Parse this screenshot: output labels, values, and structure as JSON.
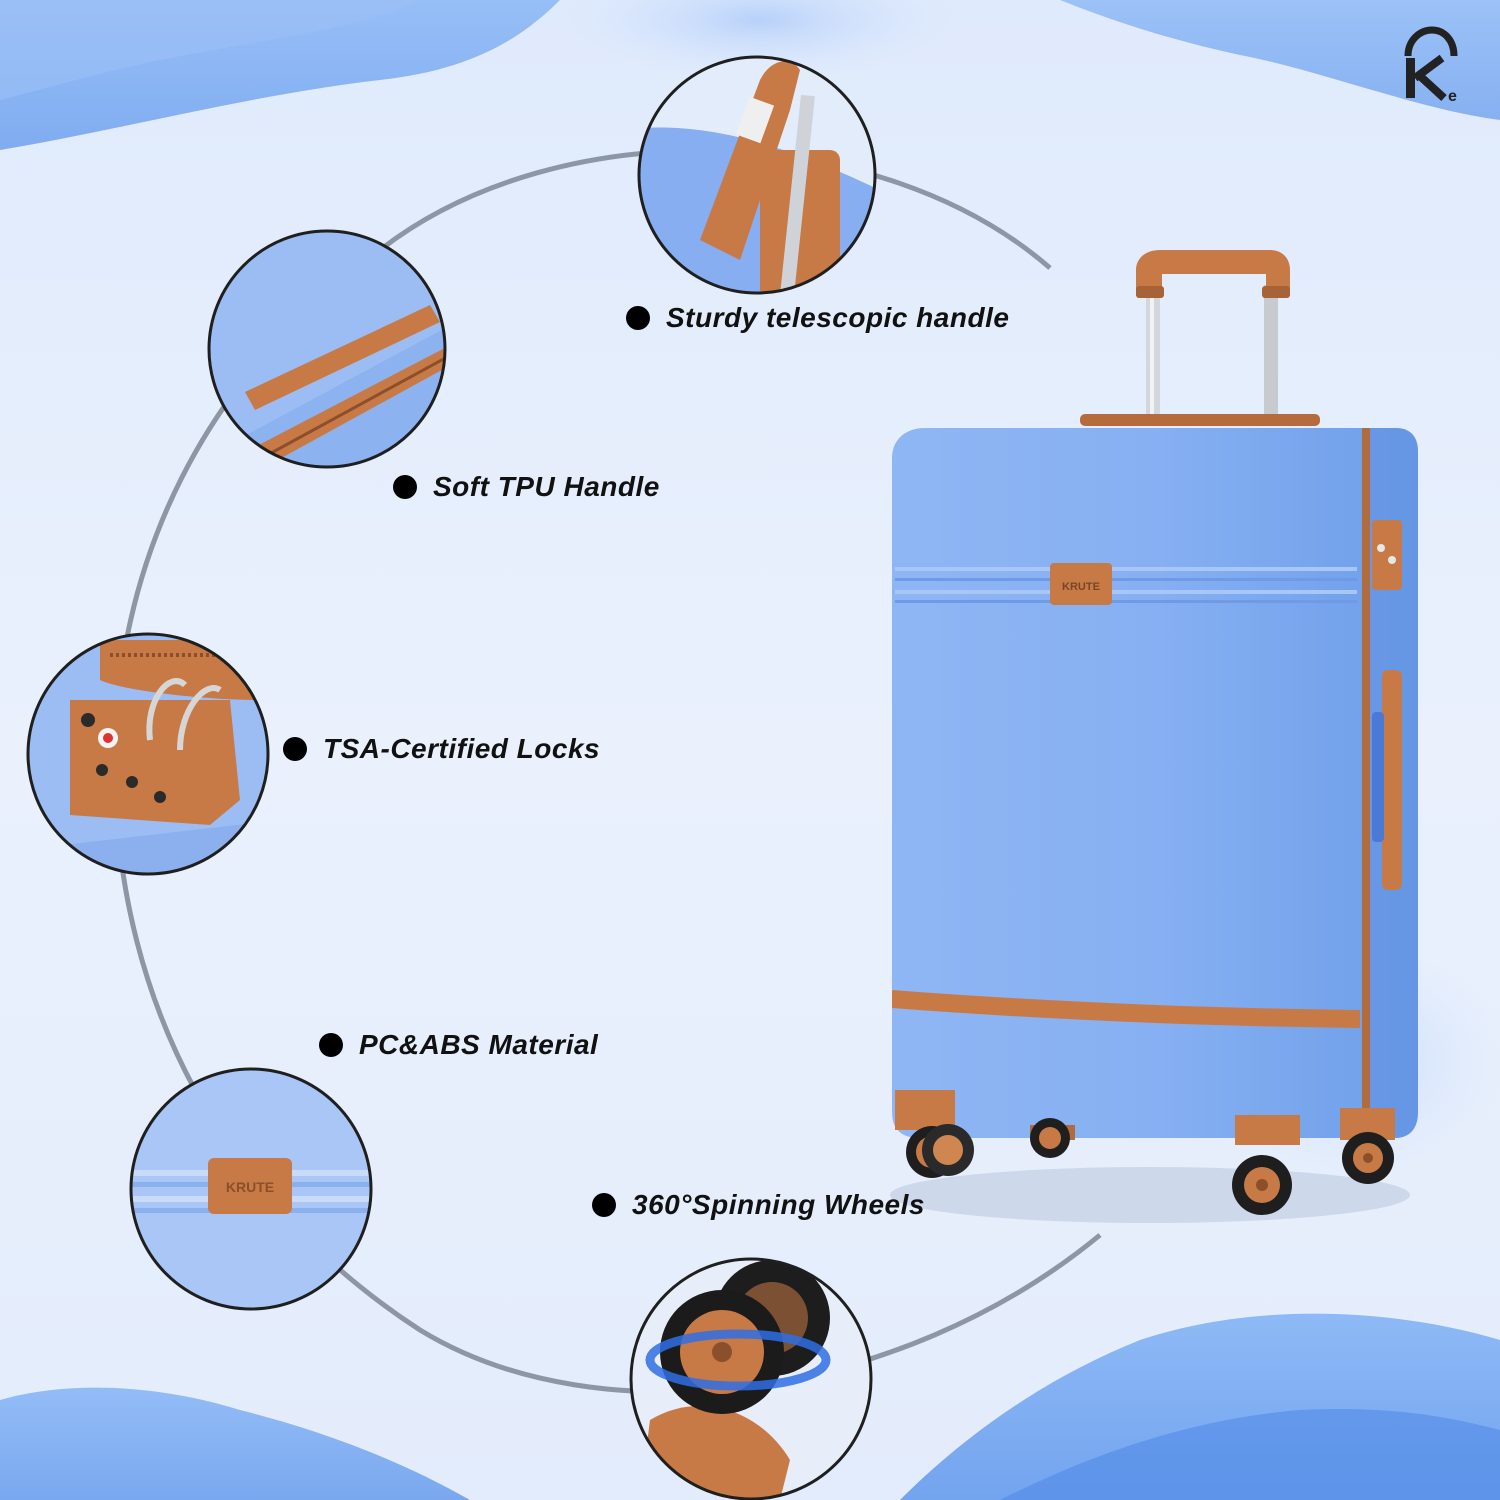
{
  "brand": {
    "logo_letters": "Ke",
    "tag_text": "KRUTE"
  },
  "features": [
    {
      "label": "Sturdy telescopic handle",
      "detail": "telescopic-handle-closeup"
    },
    {
      "label": "Soft TPU Handle",
      "detail": "side-handle-closeup"
    },
    {
      "label": "TSA-Certified Locks",
      "detail": "tsa-lock-closeup"
    },
    {
      "label": "PC&ABS Material",
      "detail": "brand-tag-closeup"
    },
    {
      "label": "360°Spinning Wheels",
      "detail": "spinner-wheel-closeup"
    }
  ],
  "colors": {
    "shell_blue": "#7eaaf0",
    "leather_brown": "#c87a46",
    "background": "#e6effd",
    "wave_blue": "#6fa3f0",
    "arc_grey": "#8d96a5"
  }
}
